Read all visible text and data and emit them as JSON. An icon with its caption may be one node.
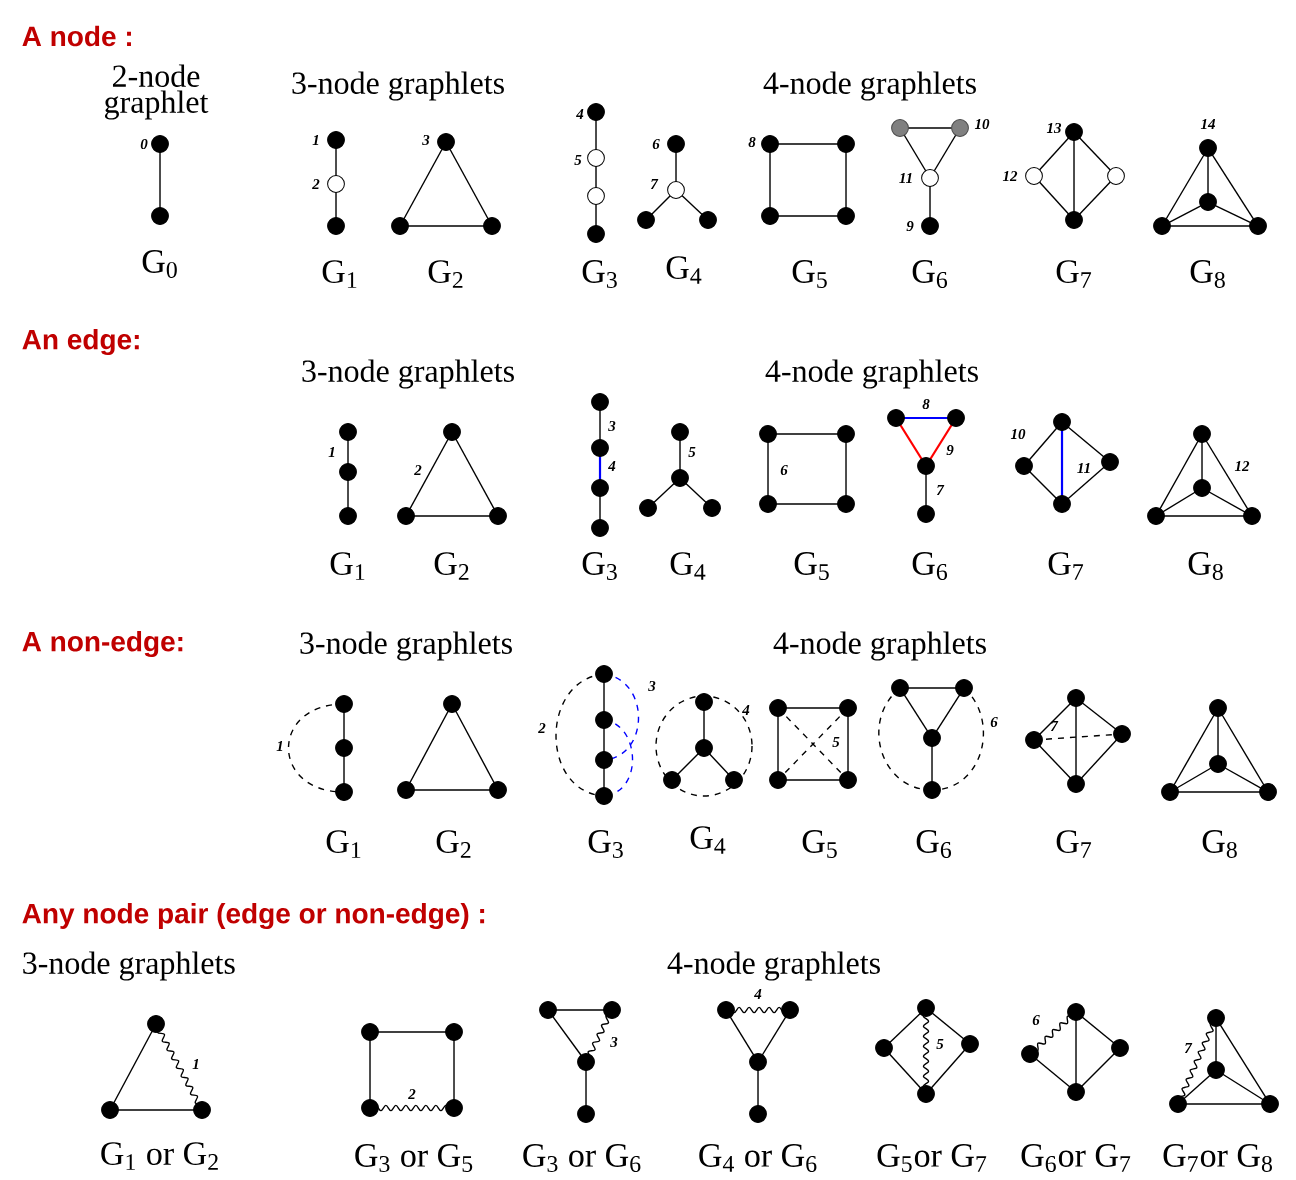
{
  "diagram": {
    "labels": [
      "A node :",
      "2-node graphlet",
      "3-node graphlets",
      "4-node graphlets",
      "0",
      "1",
      "2",
      "3",
      "4",
      "5",
      "6",
      "7",
      "8",
      "10",
      "11",
      "9",
      "13",
      "12",
      "14",
      "G$_{0}$",
      "G$_{1}$",
      "G$_{2}$",
      "G$_{3}$",
      "G$_{4}$",
      "G$_{5}$",
      "G$_{6}$",
      "G$_{7}$",
      "G$_{8}$",
      "An edge:",
      "3-node graphlets",
      "4-node graphlets",
      "1",
      "2",
      "3",
      "4",
      "5",
      "6",
      "8",
      "9",
      "7",
      "10",
      "11",
      "12",
      "G$_{1}$",
      "G$_{2}$",
      "G$_{3}$",
      "G$_{4}$",
      "G$_{5}$",
      "G$_{6}$",
      "G$_{7}$",
      "G$_{8}$",
      "A non-edge:",
      "3-node graphlets",
      "4-node graphlets",
      "1",
      "2",
      "3",
      "4",
      "5",
      "6",
      "7",
      "G$_{1}$",
      "G$_{2}$",
      "G$_{3}$",
      "G$_{4}$",
      "G$_{5}$",
      "G$_{6}$",
      "G$_{7}$",
      "G$_{8}$",
      "Any node pair (edge or non-edge) :",
      "3-node graphlets",
      "4-node graphlets",
      "1",
      "2",
      "3",
      "4",
      "5",
      "6",
      "7",
      "G$_{1}$ or G$_{2}$",
      "G$_{3}$ or G$_{5}$",
      "G$_{3}$ or G$_{6}$",
      "G$_{4}$ or G$_{6}$",
      "G$_{5}$or G$_{7}$",
      "G$_{6}$or G$_{7}$",
      "G$_{7}$or G$_{8}$"
    ]
  }
}
